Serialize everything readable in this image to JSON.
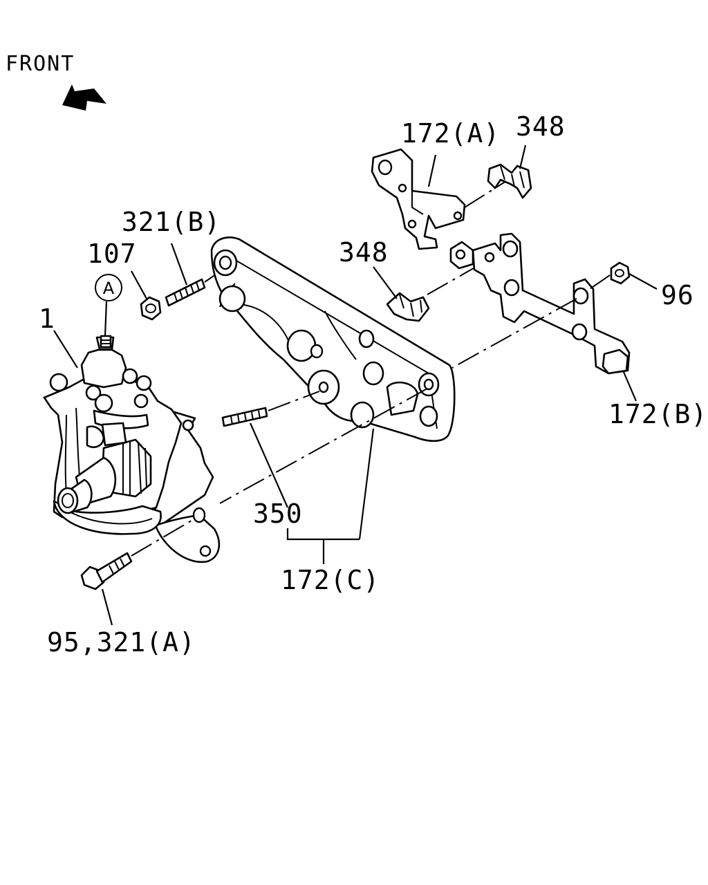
{
  "orientation": {
    "label": "FRONT",
    "icon": "front-arrow-icon"
  },
  "callouts": {
    "steering_gear": "1",
    "circle_ref": "A",
    "nut_107": "107",
    "stud_321b": "321(B)",
    "clip_348_upper": "348",
    "bracket_172a": "172(A)",
    "clip_348_lower": "348",
    "nut_96": "96",
    "bracket_172b": "172(B)",
    "stud_350": "350",
    "bracket_172c": "172(C)",
    "bolt_95_321a": "95,321(A)"
  },
  "colors": {
    "ink": "#000000",
    "paper": "#ffffff"
  }
}
